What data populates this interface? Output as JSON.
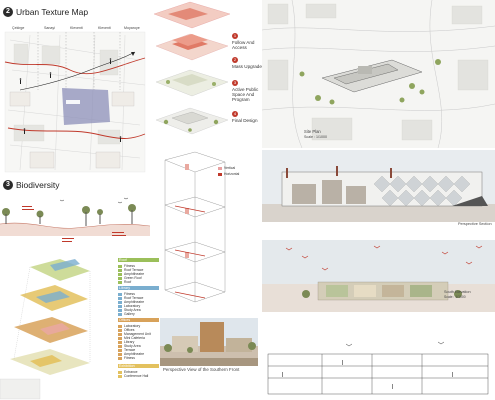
{
  "section2": {
    "number": "2",
    "title": "Urban Texture Map"
  },
  "section3": {
    "number": "3",
    "title": "Biodiversity"
  },
  "neighbourhoods": [
    "Çekirge",
    "Sanayi",
    "Kleventi",
    "Kleventi",
    "Moyaroye"
  ],
  "steps": [
    {
      "number": "1",
      "label": "Follow And Access"
    },
    {
      "number": "2",
      "label": "Mass Upgrade"
    },
    {
      "number": "3",
      "label": "Active Public Space And Program"
    },
    {
      "number": "4",
      "label": "Final Design"
    }
  ],
  "site_plan": {
    "label": "Site Plan",
    "scale": "Scale : 1/1000"
  },
  "section_label": "Perspective Section",
  "elevation_label": "South Elevation",
  "elevation_scale": "Scale : 1/1000",
  "legend_circulation": [
    {
      "label": "Vertical",
      "color": "#e8a0a0"
    },
    {
      "label": "Horizontal",
      "color": "#c0392b"
    }
  ],
  "program_legend": [
    {
      "group": "Roof",
      "color": "#9bbf5a",
      "items": [
        "Fitness",
        "Roof Terrace",
        "Amphitheatre",
        "Green Roof",
        "Roof"
      ]
    },
    {
      "group": "Library",
      "color": "#7aaecf",
      "items": [
        "Fitness",
        "Roof Terrace",
        "Amphitheatre",
        "Laboratory",
        "Study Area",
        "Gallery"
      ]
    },
    {
      "group": "Offices",
      "color": "#d8a25a",
      "items": [
        "Laboratory",
        "Offices",
        "Management Unit",
        "Mini Cafeteria",
        "Library",
        "Study Area",
        "Terrace",
        "Amphitheatre",
        "Fitness"
      ]
    },
    {
      "group": "Exhibition",
      "color": "#e3c15e",
      "items": [
        "Entrance",
        "Conference Hall"
      ]
    }
  ],
  "photo_caption": "Perspective View of the Southern Front",
  "colors": {
    "accent_red": "#c0392b",
    "pink": "#e9a9a0",
    "sky": "#dfe6ec",
    "ground": "#cdbfae",
    "water": "#a9a9c8",
    "tree": "#7b8a55"
  }
}
